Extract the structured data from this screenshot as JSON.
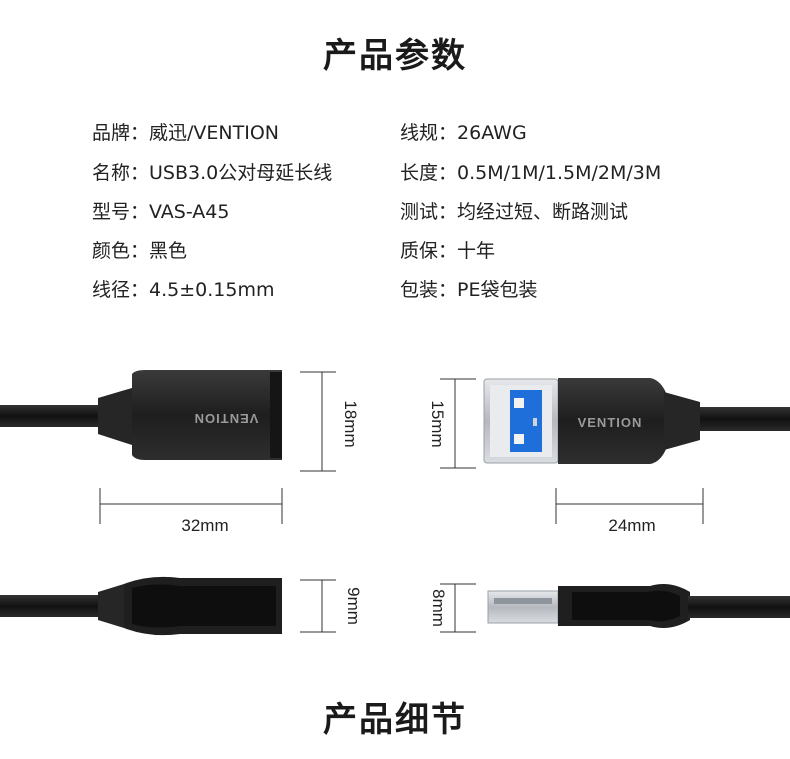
{
  "title_top": "产品参数",
  "title_bottom": "产品细节",
  "specs_left": [
    {
      "key": "品牌：",
      "value": "威迅/VENTION"
    },
    {
      "key": "名称：",
      "value": "USB3.0公对母延长线"
    },
    {
      "key": "型号：",
      "value": "VAS-A45"
    },
    {
      "key": "颜色：",
      "value": "黑色"
    },
    {
      "key": "线径：",
      "value": "4.5±0.15mm"
    }
  ],
  "specs_right": [
    {
      "key": "线规：",
      "value": "26AWG"
    },
    {
      "key": "长度：",
      "value": "0.5M/1M/1.5M/2M/3M"
    },
    {
      "key": "测试：",
      "value": "均经过短、断路测试"
    },
    {
      "key": "质保：",
      "value": "十年"
    },
    {
      "key": "包装：",
      "value": "PE袋包装"
    }
  ],
  "dimensions": {
    "female_height": "18mm",
    "female_length": "32mm",
    "male_height": "15mm",
    "male_length": "24mm",
    "female_thickness": "9mm",
    "male_thickness": "8mm"
  },
  "brand_logo": "VENTION",
  "colors": {
    "connector_body": "#2b2b2b",
    "usb3_blue": "#1e6fd9",
    "metal": "#c9ccd1"
  }
}
